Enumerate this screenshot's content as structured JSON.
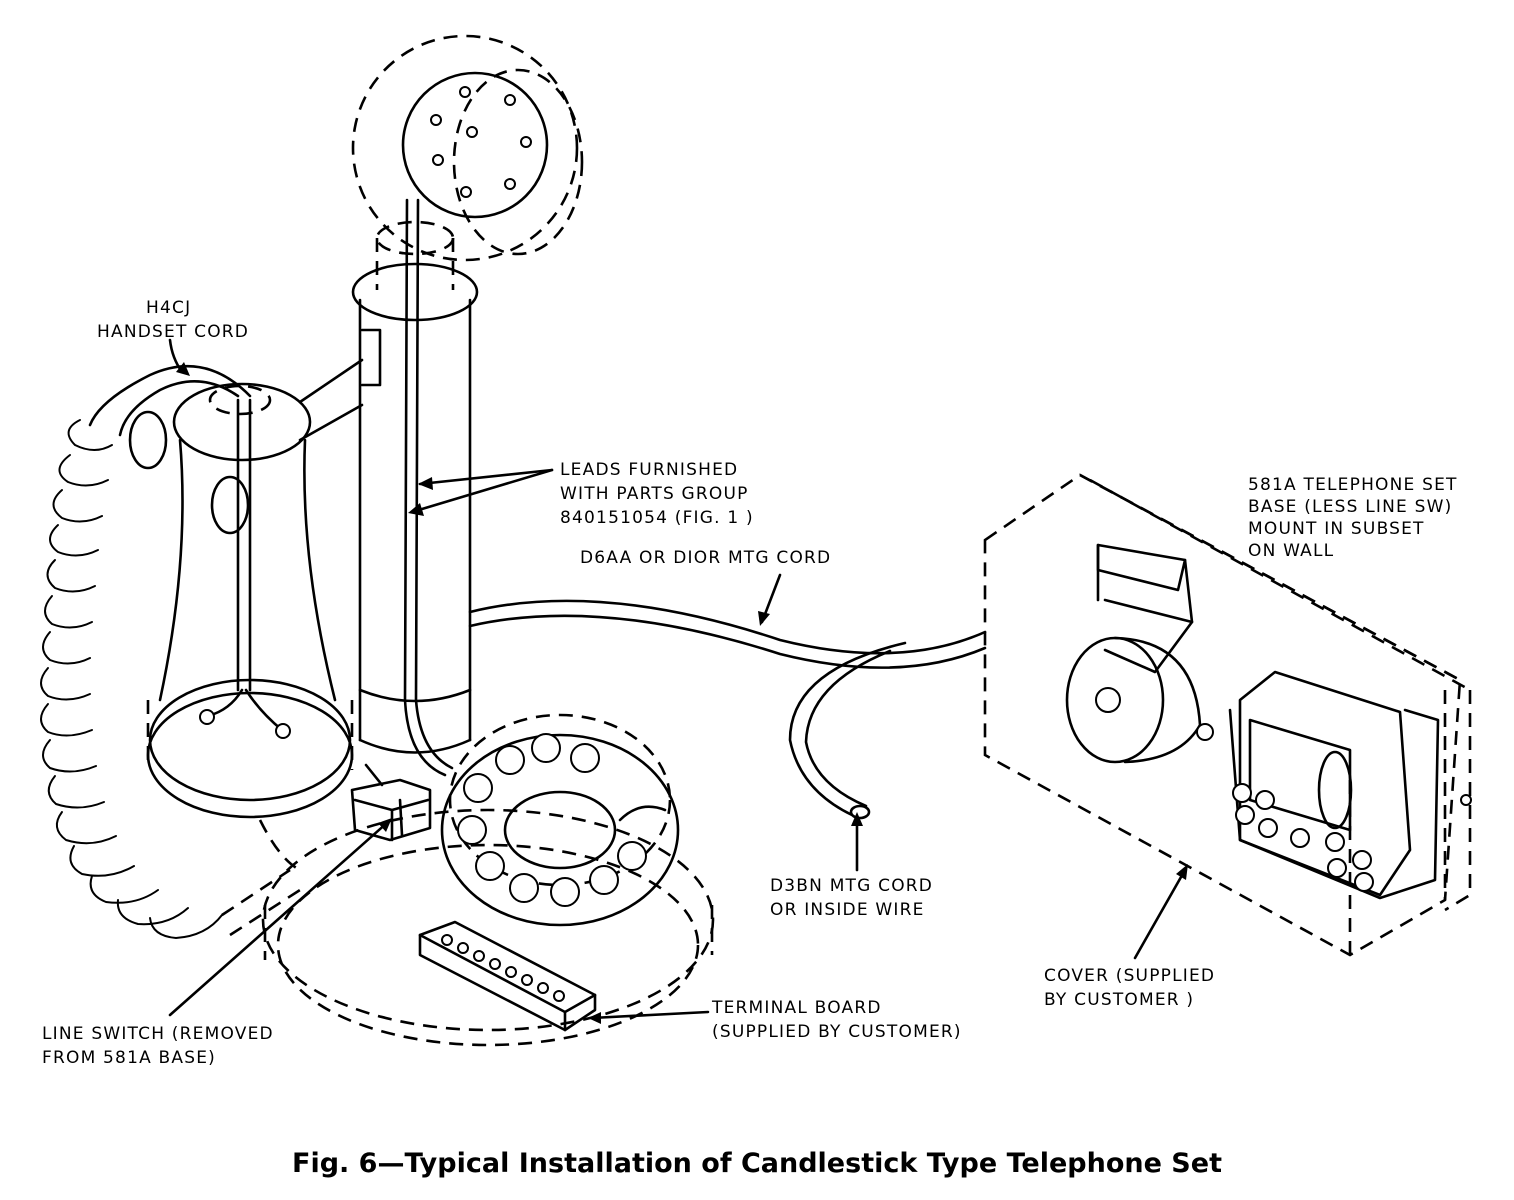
{
  "figure": {
    "caption": "Fig. 6—Typical Installation of Candlestick Type Telephone Set"
  },
  "labels": {
    "handset_cord": [
      "H4CJ",
      "HANDSET CORD"
    ],
    "leads": [
      "LEADS FURNISHED",
      "WITH PARTS GROUP",
      "840151054 (FIG. 1 )"
    ],
    "mtg_cord": [
      "D6AA OR DIOR MTG CORD"
    ],
    "telephone_base": [
      "581A TELEPHONE SET",
      "BASE (LESS LINE SW)",
      "MOUNT IN SUBSET",
      "ON WALL"
    ],
    "d3bn_cord": [
      "D3BN MTG CORD",
      "OR INSIDE WIRE"
    ],
    "cover": [
      "COVER (SUPPLIED",
      "BY CUSTOMER )"
    ],
    "terminal_board": [
      "TERMINAL BOARD",
      "(SUPPLIED BY CUSTOMER)"
    ],
    "line_switch": [
      "LINE SWITCH (REMOVED",
      "FROM 581A BASE)"
    ]
  }
}
